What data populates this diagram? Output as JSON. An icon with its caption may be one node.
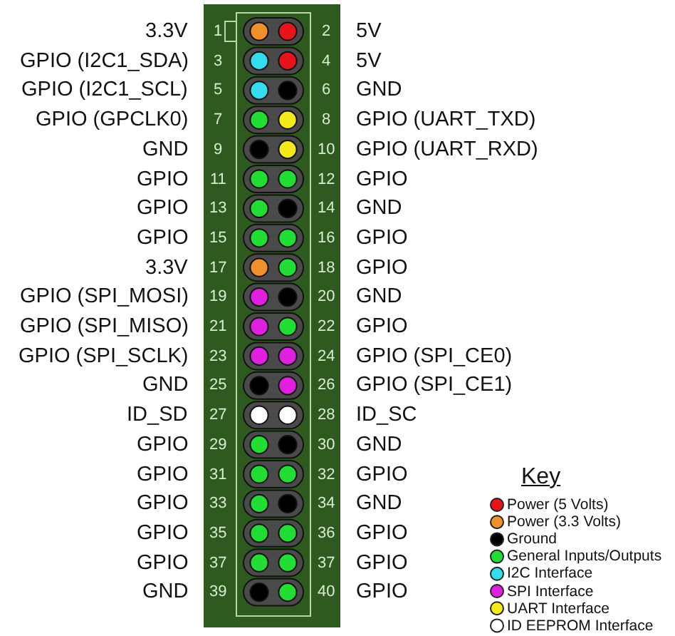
{
  "diagram": {
    "labels": [
      "3.3V",
      "1",
      "2",
      "5V",
      "GPIO (I2C1_SDA)",
      "3",
      "4",
      "5V",
      "GPIO (I2C1_SCL)",
      "5",
      "6",
      "GND",
      "GPIO (GPCLK0)",
      "7",
      "8",
      "GPIO (UART_TXD)",
      "GND",
      "9",
      "10",
      "GPIO (UART_RXD)",
      "GPIO",
      "11",
      "12",
      "GPIO",
      "GPIO",
      "13",
      "14",
      "GND",
      "GPIO",
      "15",
      "16",
      "GPIO",
      "3.3V",
      "17",
      "18",
      "GPIO",
      "GPIO (SPI_MOSI)",
      "19",
      "20",
      "GND",
      "GPIO (SPI_MISO)",
      "21",
      "22",
      "GPIO",
      "GPIO (SPI_SCLK)",
      "23",
      "24",
      "GPIO (SPI_CE0)",
      "GND",
      "25",
      "26",
      "GPIO (SPI_CE1)",
      "ID_SD",
      "27",
      "28",
      "ID_SC",
      "GPIO",
      "29",
      "30",
      "GND",
      "GPIO",
      "31",
      "32",
      "GPIO",
      "GPIO",
      "33",
      "34",
      "GND",
      "GPIO",
      "35",
      "36",
      "GPIO",
      "GPIO",
      "37",
      "37",
      "GPIO",
      "GND",
      "39",
      "40",
      "GPIO",
      "Key"
    ],
    "legend": [
      {
        "text": "Power (5 Volts)",
        "color": "#e8141b"
      },
      {
        "text": "Power (3.3 Volts)",
        "color": "#f0902a"
      },
      {
        "text": "Ground",
        "color": "#000000"
      },
      {
        "text": "General Inputs/Outputs",
        "color": "#22dd33"
      },
      {
        "text": "I2C Interface",
        "color": "#33dded"
      },
      {
        "text": "SPI Interface",
        "color": "#e020e0"
      },
      {
        "text": "UART Interface",
        "color": "#f5ea1a"
      },
      {
        "text": "ID EEPROM Interface",
        "color": "#ffffff"
      }
    ]
  }
}
